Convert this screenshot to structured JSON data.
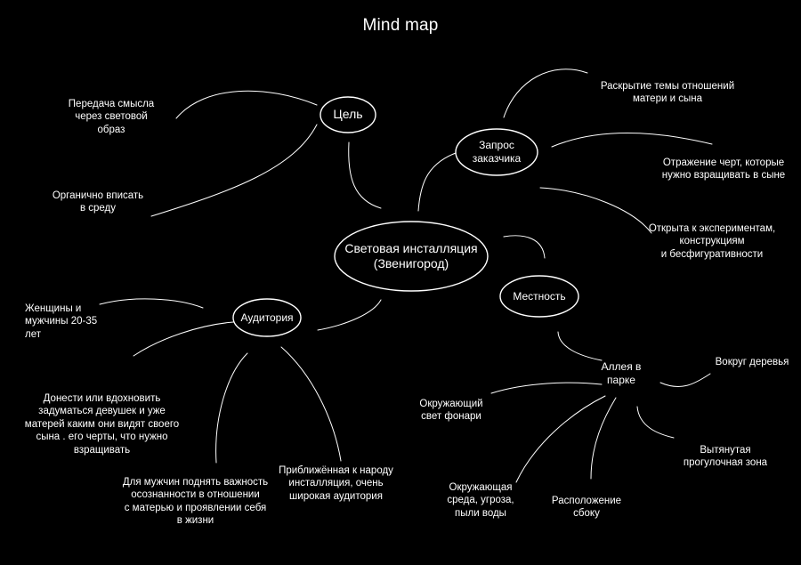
{
  "title": "Mind map",
  "center": "Световая инсталляция\n(Звенигород)",
  "nodes": {
    "goal": "Цель",
    "request": "Запрос\nзаказчика",
    "audience": "Аудитория",
    "location": "Местность",
    "alley": "Аллея в\nпарке"
  },
  "leaves": {
    "goal_meaning": "Передача смысла\nчерез световой\nобраз",
    "goal_fit": "Органично вписать\nв среду",
    "request_theme": "Раскрытие темы отношений\nматери и сына",
    "request_traits": "Отражение черт, которые\nнужно взращивать в сыне",
    "request_open": "Открыта к экспериментам,\nконструкциям\nи бесфигуративности",
    "aud_people": "Женщины и\nмужчины 20-35\nлет",
    "aud_women": "Донести или вдохновить\nзадуматься девушек и уже\nматерей каким они видят своего\nсына . его черты, что нужно\nвзращивать",
    "aud_men": "Для мужчин поднять важность\nосознанности в отношении\nс матерью и проявлении себя\nв жизни",
    "aud_close": "Приближённая  к народу\nинсталляция, очень\nширокая аудитория",
    "alley_trees": "Вокруг деревья",
    "alley_lights": "Окружающий\nсвет фонари",
    "alley_zone": "Вытянутая\nпрогулочная зона",
    "alley_env": "Окружающая\nсреда, угроза,\nпыли воды",
    "alley_side": "Расположение\nсбоку"
  }
}
